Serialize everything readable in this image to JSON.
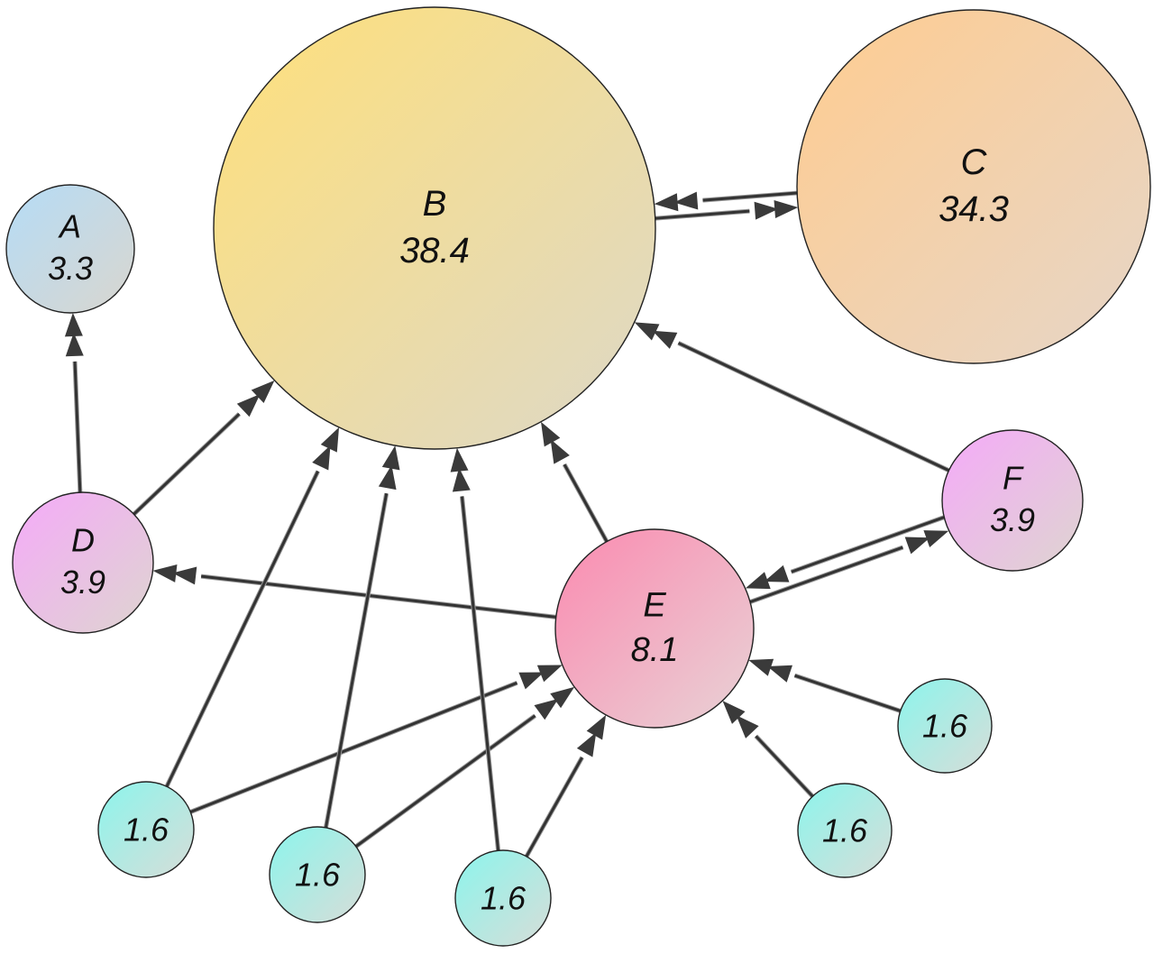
{
  "nodes": [
    {
      "id": "A",
      "label": "A",
      "value": "3.3",
      "color": "blue"
    },
    {
      "id": "B",
      "label": "B",
      "value": "38.4",
      "color": "yellow"
    },
    {
      "id": "C",
      "label": "C",
      "value": "34.3",
      "color": "orange"
    },
    {
      "id": "D",
      "label": "D",
      "value": "3.9",
      "color": "violet"
    },
    {
      "id": "E",
      "label": "E",
      "value": "8.1",
      "color": "pink"
    },
    {
      "id": "F",
      "label": "F",
      "value": "3.9",
      "color": "violet"
    },
    {
      "id": "G1",
      "label": "",
      "value": "1.6",
      "color": "cyan"
    },
    {
      "id": "G2",
      "label": "",
      "value": "1.6",
      "color": "cyan"
    },
    {
      "id": "G3",
      "label": "",
      "value": "1.6",
      "color": "cyan"
    },
    {
      "id": "G4",
      "label": "",
      "value": "1.6",
      "color": "cyan"
    },
    {
      "id": "G5",
      "label": "",
      "value": "1.6",
      "color": "cyan"
    }
  ],
  "edges": [
    {
      "from": "B",
      "to": "C"
    },
    {
      "from": "C",
      "to": "B"
    },
    {
      "from": "D",
      "to": "A"
    },
    {
      "from": "D",
      "to": "B"
    },
    {
      "from": "E",
      "to": "B"
    },
    {
      "from": "E",
      "to": "D"
    },
    {
      "from": "E",
      "to": "F"
    },
    {
      "from": "F",
      "to": "E"
    },
    {
      "from": "F",
      "to": "B"
    },
    {
      "from": "G1",
      "to": "B"
    },
    {
      "from": "G1",
      "to": "E"
    },
    {
      "from": "G2",
      "to": "B"
    },
    {
      "from": "G2",
      "to": "E"
    },
    {
      "from": "G3",
      "to": "B"
    },
    {
      "from": "G3",
      "to": "E"
    },
    {
      "from": "G4",
      "to": "E"
    },
    {
      "from": "G5",
      "to": "E"
    }
  ],
  "colors": {
    "blue": [
      "#b5dcf6",
      "#d9d6cf"
    ],
    "yellow": [
      "#ffe07a",
      "#ddd8c8"
    ],
    "orange": [
      "#ffcc90",
      "#e6d6c8"
    ],
    "violet": [
      "#f5aaf9",
      "#ded5d0"
    ],
    "pink": [
      "#fb8ab0",
      "#e8d3d6"
    ],
    "cyan": [
      "#8cf5ec",
      "#d7ddd8"
    ],
    "edge": "#333333",
    "stroke": "#222222"
  }
}
